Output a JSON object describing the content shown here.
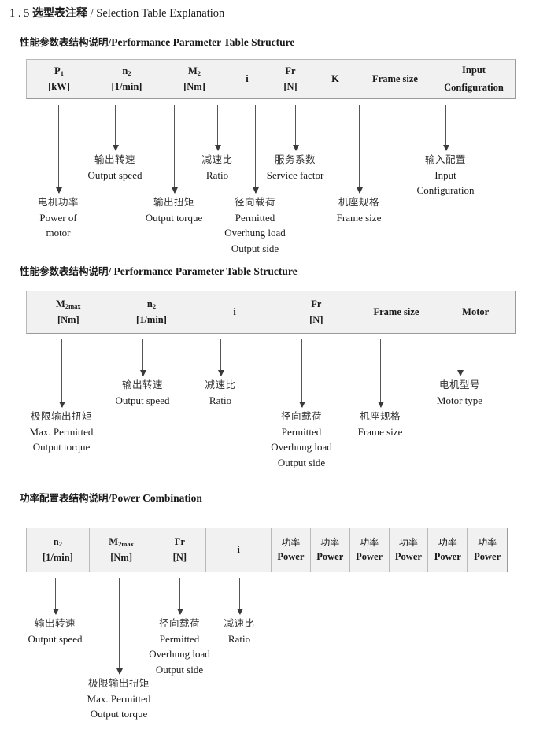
{
  "document": {
    "title_number": "1 . 5",
    "title_cn": "选型表注释",
    "title_sep": "/",
    "title_en": "Selection Table Explanation"
  },
  "sections": [
    {
      "heading_cn": "性能参数表结构说明",
      "heading_sep": "/",
      "heading_en": "Performance Parameter Table Structure",
      "table": {
        "columns": [
          {
            "line1": "P",
            "sub1": "1",
            "line2": "[kW]"
          },
          {
            "line1": "n",
            "sub1": "2",
            "line2": "[1/min]"
          },
          {
            "line1": "M",
            "sub1": "2",
            "line2": "[Nm]"
          },
          {
            "line1": "i",
            "sub1": "",
            "line2": ""
          },
          {
            "line1": "Fr",
            "sub1": "",
            "line2": "[N]"
          },
          {
            "line1": "K",
            "sub1": "",
            "line2": ""
          },
          {
            "line1": "Frame size",
            "sub1": "",
            "line2": ""
          },
          {
            "line1": "Input",
            "sub1": "",
            "line2": "Configuration"
          }
        ]
      },
      "notes": [
        {
          "cn": "电机功率",
          "en": [
            "Power of",
            "motor"
          ]
        },
        {
          "cn": "输出转速",
          "en": [
            "Output speed"
          ]
        },
        {
          "cn": "输出扭矩",
          "en": [
            "Output torque"
          ]
        },
        {
          "cn": "减速比",
          "en": [
            "Ratio"
          ]
        },
        {
          "cn": "径向载荷",
          "en": [
            "Permitted",
            "Overhung load",
            "Output side"
          ]
        },
        {
          "cn": "服务系数",
          "en": [
            "Service factor"
          ]
        },
        {
          "cn": "机座规格",
          "en": [
            "Frame size"
          ]
        },
        {
          "cn": "输入配置",
          "en": [
            "Input",
            "Configuration"
          ]
        }
      ]
    },
    {
      "heading_cn": "性能参数表结构说明",
      "heading_sep": "/",
      "heading_en": "Performance Parameter Table Structure",
      "table": {
        "columns": [
          {
            "line1": "M",
            "sub1": "2max",
            "line2": "[Nm]"
          },
          {
            "line1": "n",
            "sub1": "2",
            "line2": "[1/min]"
          },
          {
            "line1": "i",
            "sub1": "",
            "line2": ""
          },
          {
            "line1": "Fr",
            "sub1": "",
            "line2": "[N]"
          },
          {
            "line1": "Frame size",
            "sub1": "",
            "line2": ""
          },
          {
            "line1": "Motor",
            "sub1": "",
            "line2": ""
          }
        ]
      },
      "notes": [
        {
          "cn": "极限输出扭矩",
          "en": [
            "Max. Permitted",
            "Output  torque"
          ]
        },
        {
          "cn": "输出转速",
          "en": [
            "Output speed"
          ]
        },
        {
          "cn": "减速比",
          "en": [
            "Ratio"
          ]
        },
        {
          "cn": "径向载荷",
          "en": [
            "Permitted",
            "Overhung load",
            "Output side"
          ]
        },
        {
          "cn": "机座规格",
          "en": [
            "Frame size"
          ]
        },
        {
          "cn": "电机型号",
          "en": [
            "Motor type"
          ]
        }
      ]
    },
    {
      "heading_cn": "功率配置表结构说明",
      "heading_sep": "/",
      "heading_en": "Power Combination",
      "table": {
        "columns": [
          {
            "line1": "n",
            "sub1": "2",
            "line2": "[1/min]"
          },
          {
            "line1": "M",
            "sub1": "2max",
            "line2": "[Nm]"
          },
          {
            "line1": "Fr",
            "sub1": "",
            "line2": "[N]"
          },
          {
            "line1": "i",
            "sub1": "",
            "line2": ""
          },
          {
            "line1": "功率",
            "sub1": "",
            "line2": "Power"
          },
          {
            "line1": "功率",
            "sub1": "",
            "line2": "Power"
          },
          {
            "line1": "功率",
            "sub1": "",
            "line2": "Power"
          },
          {
            "line1": "功率",
            "sub1": "",
            "line2": "Power"
          },
          {
            "line1": "功率",
            "sub1": "",
            "line2": "Power"
          },
          {
            "line1": "功率",
            "sub1": "",
            "line2": "Power"
          }
        ]
      },
      "notes": [
        {
          "cn": "输出转速",
          "en": [
            "Output speed"
          ]
        },
        {
          "cn": "极限输出扭矩",
          "en": [
            "Max. Permitted",
            "Output  torque"
          ]
        },
        {
          "cn": "径向载荷",
          "en": [
            "Permitted",
            "Overhung load",
            "Output side"
          ]
        },
        {
          "cn": "减速比",
          "en": [
            "Ratio"
          ]
        }
      ]
    }
  ]
}
